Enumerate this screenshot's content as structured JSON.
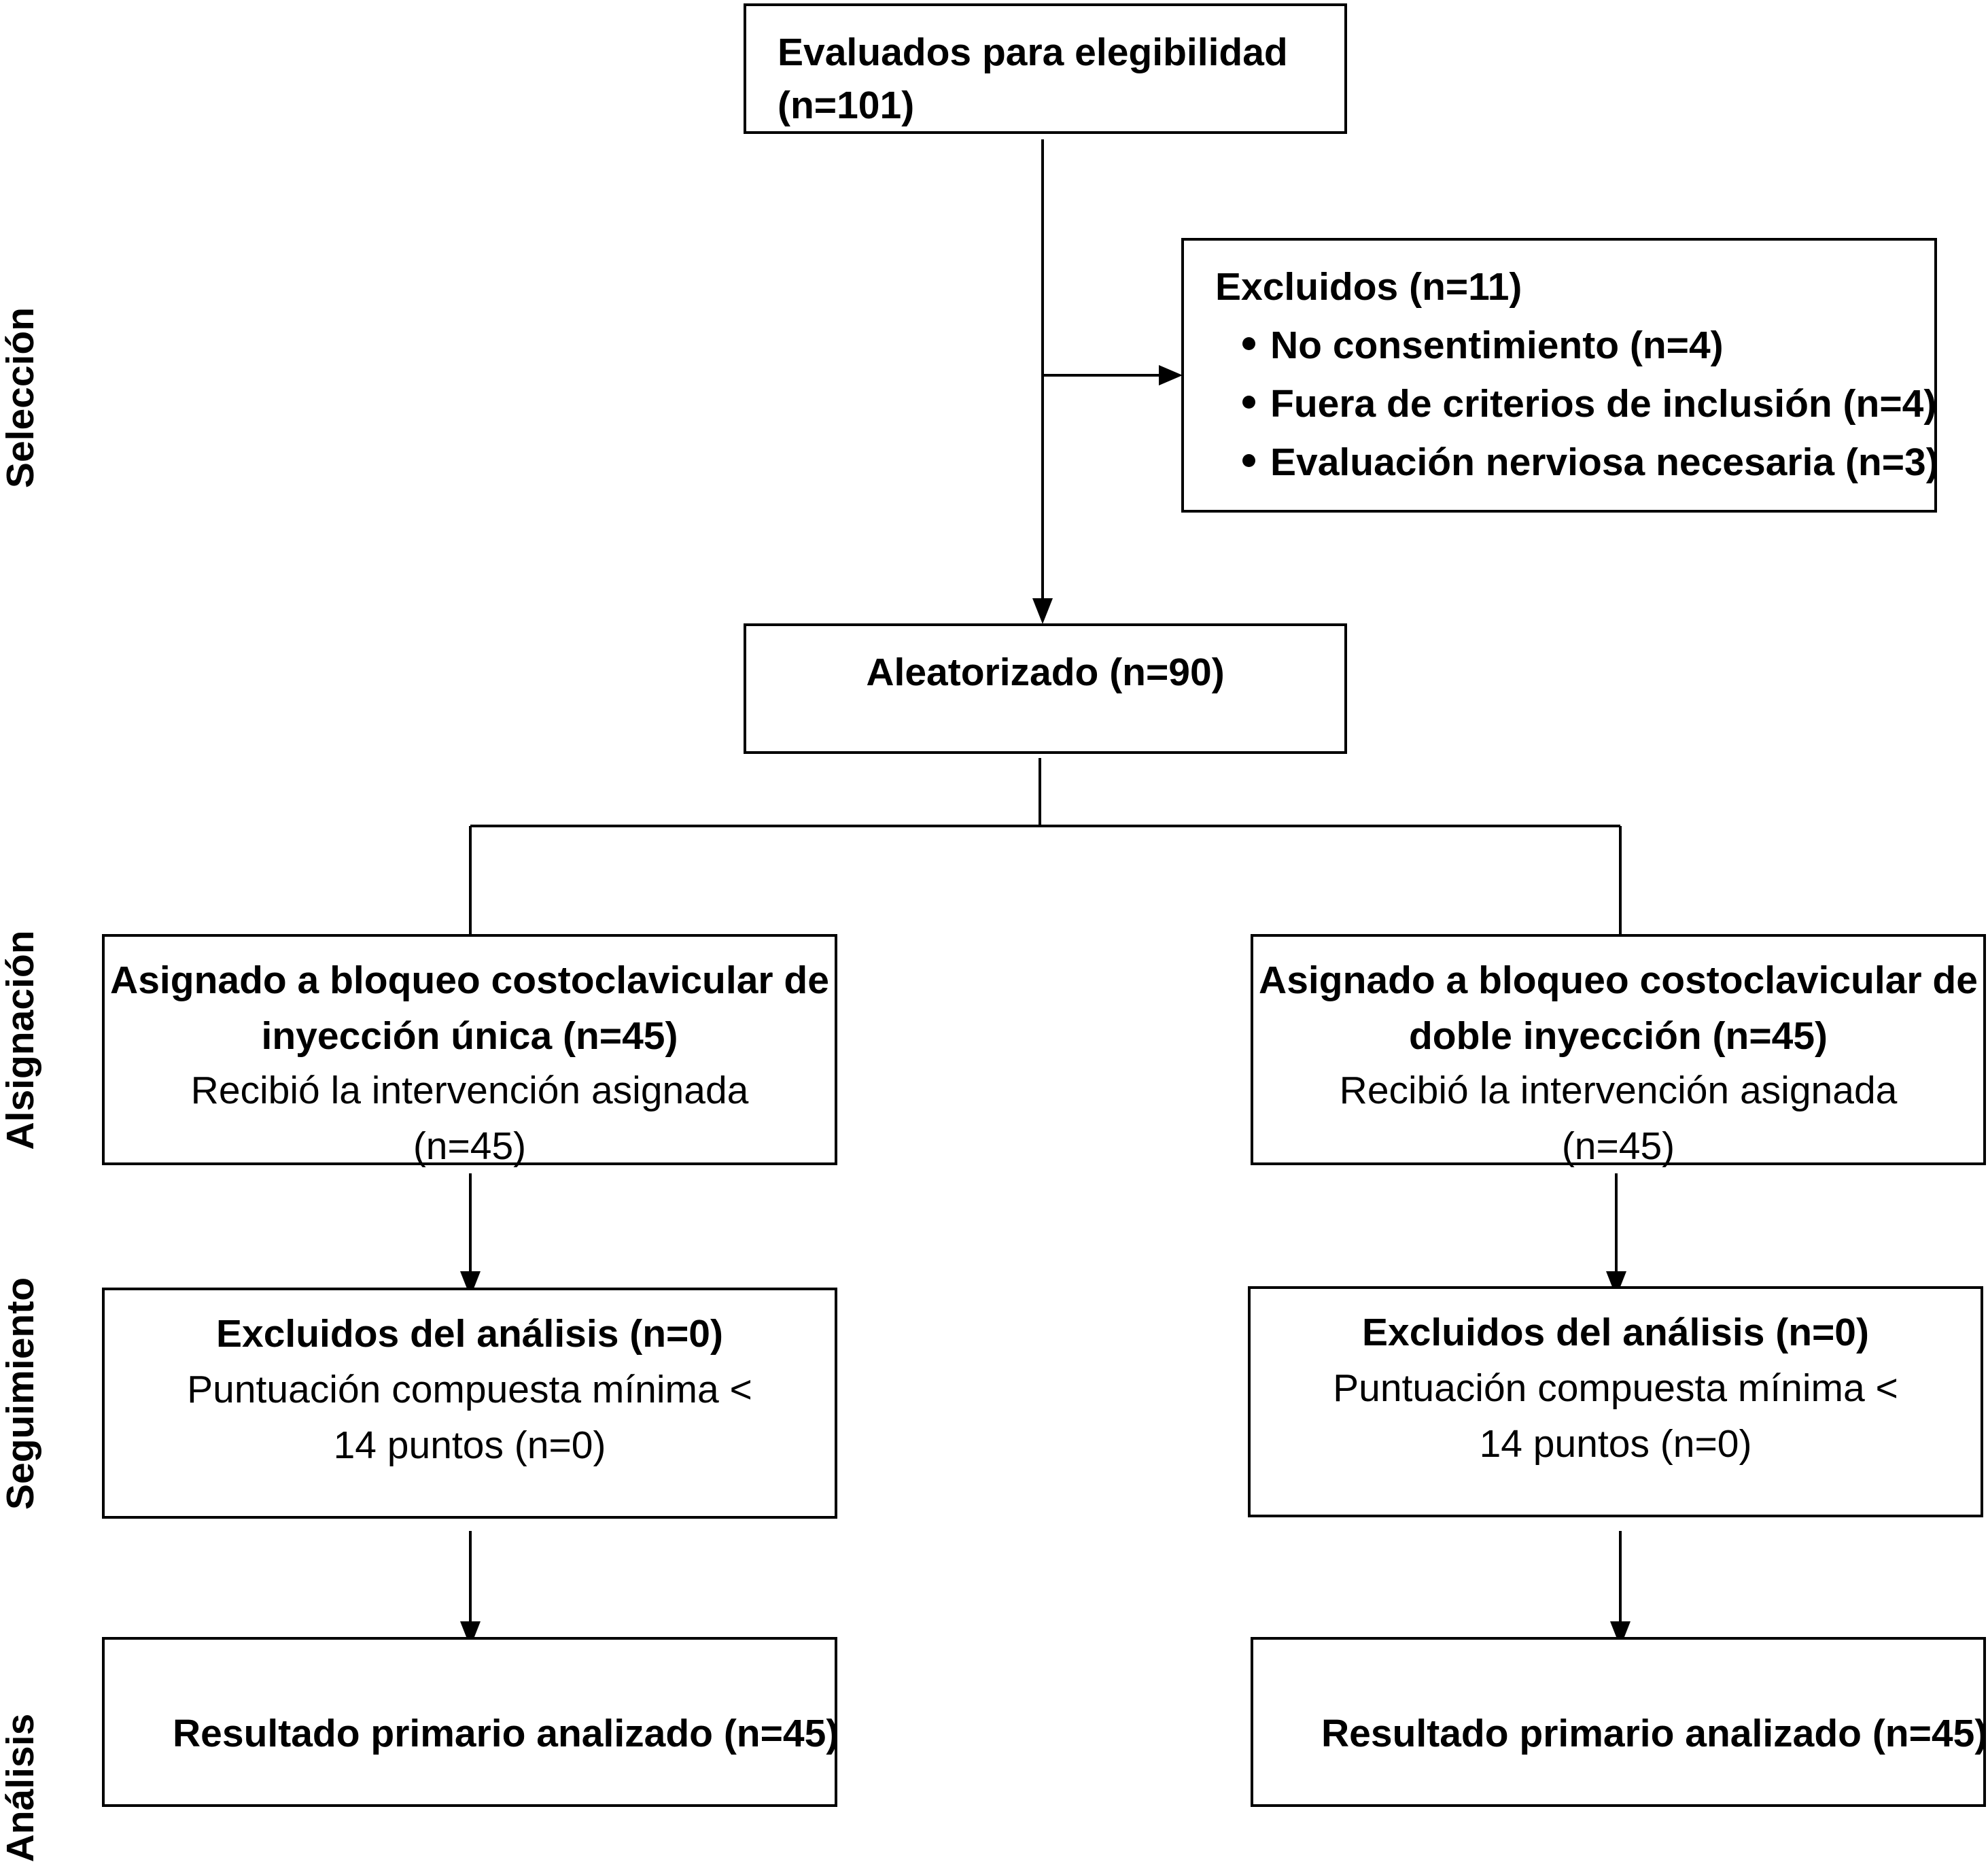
{
  "stages": {
    "seleccion": "Selección",
    "asignacion": "Alsignación",
    "seguimiento": "Seguimiento",
    "analisis": "Análisis"
  },
  "eligibility": {
    "title": "Evaluados para elegibilidad",
    "count": "(n=101)"
  },
  "excluded": {
    "title": "Excluidos (n=11)",
    "items": [
      "No consentimiento (n=4)",
      "Fuera de criterios de inclusión (n=4)",
      "Evaluación nerviosa necesaria (n=3)"
    ]
  },
  "randomized": {
    "label": "Aleatorizado (n=90)"
  },
  "left_arm": {
    "allocation_line1": "Asignado a bloqueo costoclavicular de",
    "allocation_line2": "inyección única (n=45)",
    "received_line1": "Recibió la intervención asignada",
    "received_line2": "(n=45)",
    "followup_title": "Excluidos del análisis (n=0)",
    "followup_line1": "Puntuación compuesta mínima <",
    "followup_line2": "14 puntos (n=0)",
    "analysis": "Resultado primario analizado (n=45)"
  },
  "right_arm": {
    "allocation_line1": "Asignado a bloqueo costoclavicular de",
    "allocation_line2": "doble inyección (n=45)",
    "received_line1": "Recibió la intervención asignada",
    "received_line2": "(n=45)",
    "followup_title": "Excluidos del análisis (n=0)",
    "followup_line1": "Puntuación compuesta mínima <",
    "followup_line2": "14 puntos (n=0)",
    "analysis": "Resultado primario analizado (n=45)"
  }
}
